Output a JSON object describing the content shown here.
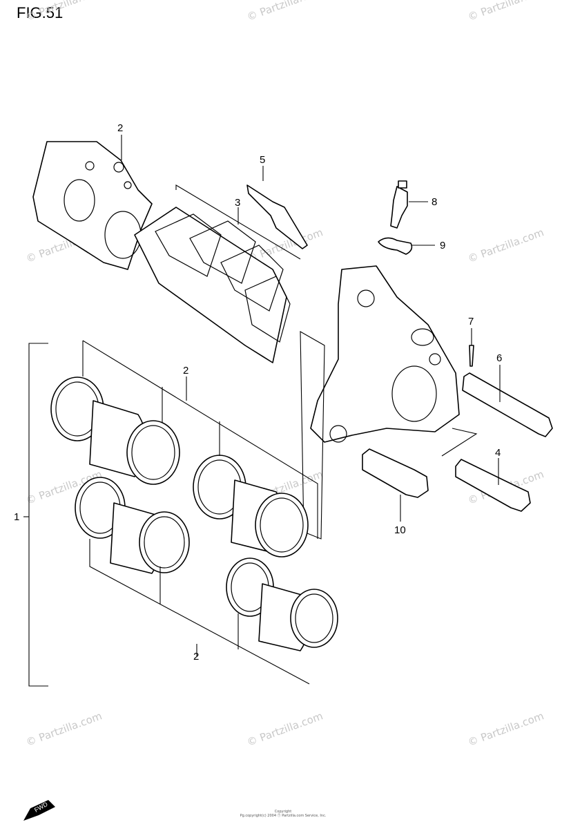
{
  "figure_title": "FIG.51",
  "callouts": {
    "c1": "1",
    "c2a": "2",
    "c2b": "2",
    "c2c": "2",
    "c3": "3",
    "c4": "4",
    "c5": "5",
    "c6": "6",
    "c7": "7",
    "c8": "8",
    "c9": "9",
    "c10": "10"
  },
  "watermark": "© Partzilla.com",
  "forward_label": "FWD",
  "footer": {
    "line1": "Copyright",
    "line2": "Pg.copyright(c) 2004 Ⓣ Partzilla.com Service, Inc."
  }
}
